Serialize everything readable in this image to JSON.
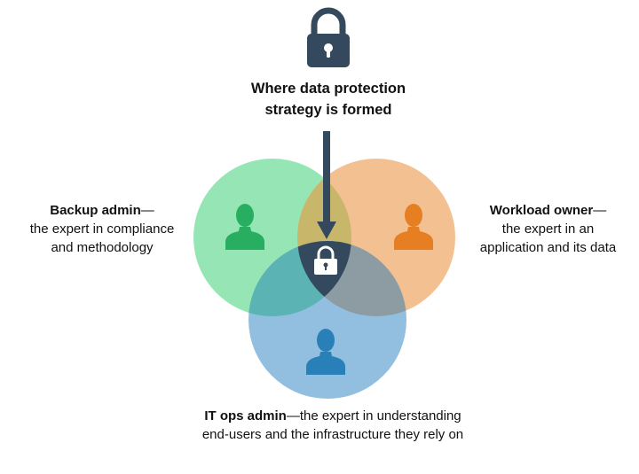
{
  "title_line1": "Where data protection",
  "title_line2": "strategy is formed",
  "backup": {
    "role": "Backup admin",
    "dash": "—",
    "line2": "the expert in compliance",
    "line3": "and methodology"
  },
  "workload": {
    "role": "Workload owner",
    "dash": "—",
    "line2": "the expert in an",
    "line3": "application and its data"
  },
  "itops": {
    "role": "IT ops admin",
    "line1_rest": "—the expert in understanding",
    "line2": "end-users and the infrastructure they rely on"
  },
  "colors": {
    "green": "#5bd68a",
    "orange": "#f0a468",
    "blue": "#6ea8d4",
    "green_icon": "#27ae60",
    "orange_icon": "#e67e22",
    "blue_icon": "#2980b9",
    "dark": "#34495e"
  },
  "icons": [
    "lock-icon",
    "person-icon",
    "arrow-down-icon"
  ]
}
